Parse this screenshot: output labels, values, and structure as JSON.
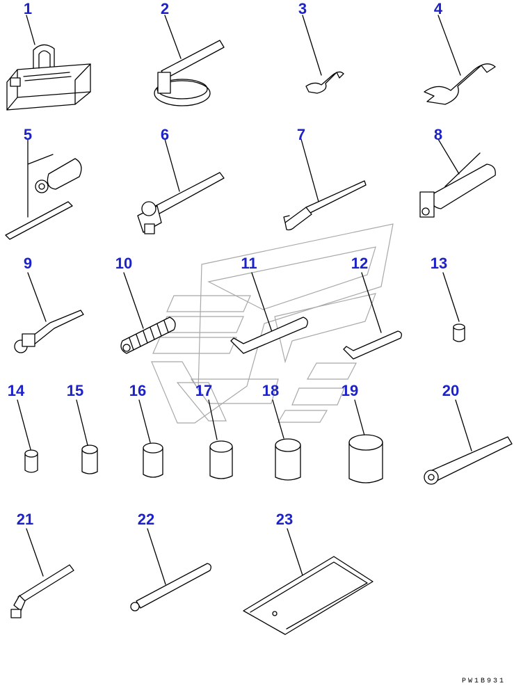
{
  "diagram": {
    "callouts": [
      {
        "id": 1,
        "label": "1"
      },
      {
        "id": 2,
        "label": "2"
      },
      {
        "id": 3,
        "label": "3"
      },
      {
        "id": 4,
        "label": "4"
      },
      {
        "id": 5,
        "label": "5"
      },
      {
        "id": 6,
        "label": "6"
      },
      {
        "id": 7,
        "label": "7"
      },
      {
        "id": 8,
        "label": "8"
      },
      {
        "id": 9,
        "label": "9"
      },
      {
        "id": 10,
        "label": "10"
      },
      {
        "id": 11,
        "label": "11"
      },
      {
        "id": 12,
        "label": "12"
      },
      {
        "id": 13,
        "label": "13"
      },
      {
        "id": 14,
        "label": "14"
      },
      {
        "id": 15,
        "label": "15"
      },
      {
        "id": 16,
        "label": "16"
      },
      {
        "id": 17,
        "label": "17"
      },
      {
        "id": 18,
        "label": "18"
      },
      {
        "id": 19,
        "label": "19"
      },
      {
        "id": 20,
        "label": "20"
      },
      {
        "id": 21,
        "label": "21"
      },
      {
        "id": 22,
        "label": "22"
      },
      {
        "id": 23,
        "label": "23"
      }
    ],
    "drawing_code": "PW1B931",
    "colors": {
      "callout": "#1c22c8",
      "line": "#000000",
      "watermark": "#a8a8a8"
    }
  }
}
